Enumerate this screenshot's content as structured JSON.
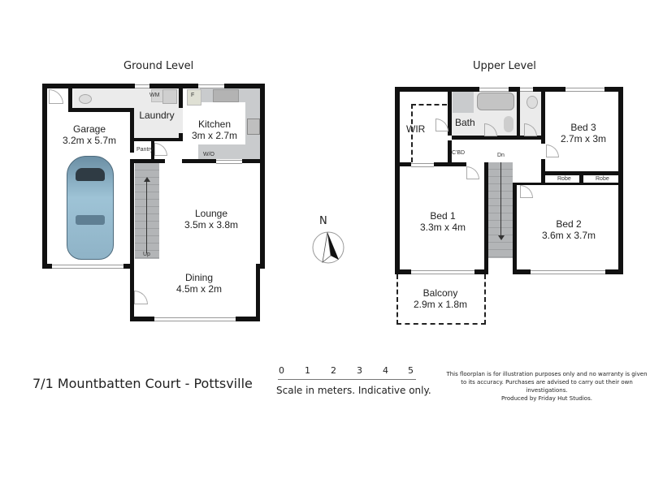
{
  "ground_level": {
    "title": "Ground Level",
    "rooms": {
      "garage": {
        "name": "Garage",
        "dim": "3.2m x 5.7m"
      },
      "laundry": {
        "name": "Laundry"
      },
      "kitchen": {
        "name": "Kitchen",
        "dim": "3m x 2.7m"
      },
      "lounge": {
        "name": "Lounge",
        "dim": "3.5m x 3.8m"
      },
      "dining": {
        "name": "Dining",
        "dim": "4.5m x 2m"
      }
    },
    "small_labels": {
      "wm": "WM",
      "fridge": "F",
      "pantry": "Pantry",
      "wo": "W/O",
      "up": "Up"
    }
  },
  "upper_level": {
    "title": "Upper Level",
    "rooms": {
      "wir": {
        "name": "WIR"
      },
      "bath": {
        "name": "Bath"
      },
      "bed3": {
        "name": "Bed 3",
        "dim": "2.7m x 3m"
      },
      "bed1": {
        "name": "Bed 1",
        "dim": "3.3m x 4m"
      },
      "bed2": {
        "name": "Bed 2",
        "dim": "3.6m x 3.7m"
      },
      "balcony": {
        "name": "Balcony",
        "dim": "2.9m x 1.8m"
      }
    },
    "small_labels": {
      "cbd": "C'BD",
      "dn": "Dn",
      "robe1": "Robe",
      "robe2": "Robe"
    }
  },
  "compass": {
    "label": "N",
    "icon": "north-arrow-icon"
  },
  "footer": {
    "address": "7/1 Mountbatten Court - Pottsville",
    "scale": {
      "ticks": [
        "0",
        "1",
        "2",
        "3",
        "4",
        "5"
      ],
      "caption": "Scale in meters. Indicative only."
    },
    "disclaimer": {
      "line1": "This floorplan is for illustration purposes only and no warranty is given",
      "line2": "to its accuracy. Purchases are advised to carry out their own investigations.",
      "line3": "Produced by Friday Hut Studios."
    }
  },
  "colors": {
    "wall": "#111111",
    "kitchen_bench": "#c9cbcd",
    "wet_area": "#ebebeb",
    "car": "#8fb3c7"
  }
}
